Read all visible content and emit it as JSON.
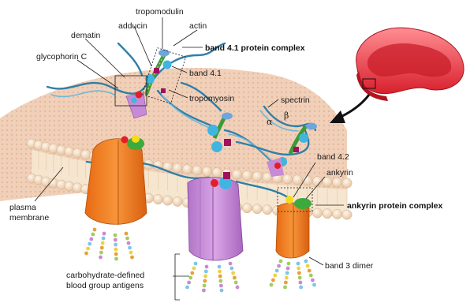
{
  "labels": {
    "tropomodulin": "tropomodulin",
    "actin": "actin",
    "dematin": "dematin",
    "adducin": "adducin",
    "band41_complex": "band 4.1 protein complex",
    "glycophorin_c": "glycophorin C",
    "band41": "band 4.1",
    "tropomyosin": "tropomyosin",
    "spectrin": "spectrin",
    "alpha": "α",
    "beta": "β",
    "band42": "band 4.2",
    "ankyrin": "ankyrin",
    "ankyrin_complex": "ankyrin protein complex",
    "plasma_membrane_l1": "plasma",
    "plasma_membrane_l2": "membrane",
    "band3": "band 3 dimer",
    "carb_l1": "carbohydrate-defined",
    "carb_l2": "blood group antigens"
  },
  "colors": {
    "membrane_pink": "#f0c9b2",
    "lipid_head": "#f3d9bf",
    "band3_orange": "#f07f22",
    "glycophorin_purple": "#c68ad6",
    "spectrin_blue": "#2f7fa8",
    "actin_green": "#3d9a3a",
    "protein_cyan": "#3fb5e0",
    "tropomodulin_blue": "#6fa5dc",
    "magenta": "#a01060",
    "ankyrin_green": "#3caa3c",
    "band42_yellow": "#f4dc1a",
    "rbc_red": "#d42a35"
  },
  "icons": [
    "red-blood-cell-icon",
    "pointer-arrow-icon"
  ]
}
